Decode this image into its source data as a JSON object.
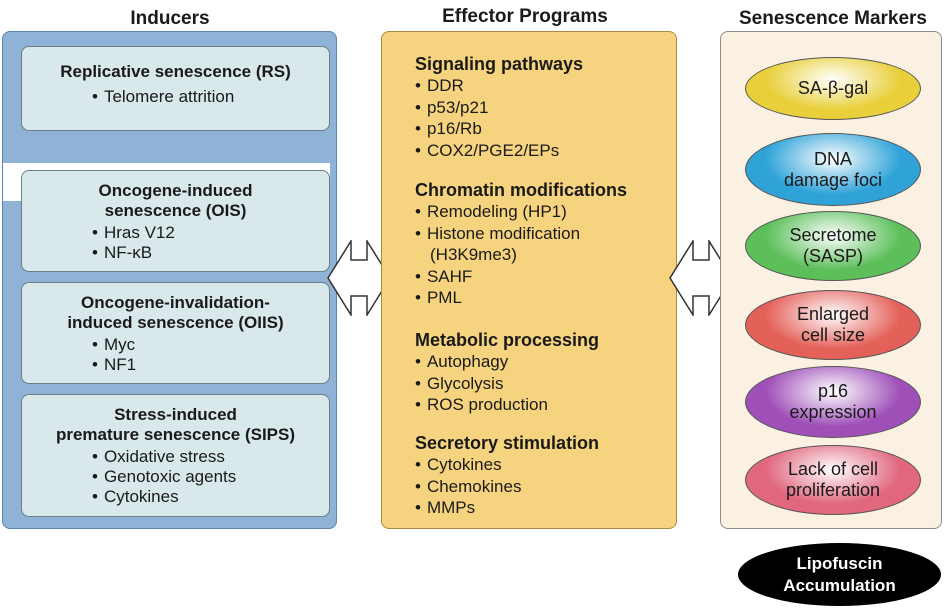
{
  "titles": {
    "inducers": "Inducers",
    "effector": "Effector Programs",
    "markers": "Senescence Markers"
  },
  "inducers": [
    {
      "heading_lines": [
        "Replicative senescence (RS)"
      ],
      "items": [
        "Telomere attrition"
      ]
    },
    {
      "heading_lines": [
        "Oncogene-induced",
        "senescence (OIS)"
      ],
      "items": [
        "Hras V12",
        "NF-κB"
      ]
    },
    {
      "heading_lines": [
        "Oncogene-invalidation-",
        "induced senescence (OIIS)"
      ],
      "items": [
        "Myc",
        "NF1"
      ]
    },
    {
      "heading_lines": [
        "Stress-induced",
        "premature senescence (SIPS)"
      ],
      "items": [
        "Oxidative stress",
        "Genotoxic agents",
        "Cytokines"
      ]
    }
  ],
  "effector_sections": [
    {
      "heading": "Signaling pathways",
      "items": [
        "DDR",
        "p53/p21",
        "p16/Rb",
        "COX2/PGE2/EPs"
      ]
    },
    {
      "heading": "Chromatin modifications",
      "items": [
        "Remodeling (HP1)",
        "Histone modification",
        "SAHF",
        "PML"
      ],
      "continuation": "(H3K9me3)"
    },
    {
      "heading": "Metabolic processing",
      "items": [
        "Autophagy",
        "Glycolysis",
        "ROS production"
      ]
    },
    {
      "heading": "Secretory stimulation",
      "items": [
        "Cytokines",
        "Chemokines",
        "MMPs"
      ]
    }
  ],
  "markers": [
    {
      "lines": [
        "SA-β-gal"
      ],
      "color": "#e9cf3a"
    },
    {
      "lines": [
        "DNA",
        "damage foci"
      ],
      "color": "#2fa3d8"
    },
    {
      "lines": [
        "Secretome",
        "(SASP)"
      ],
      "color": "#5cbf5a"
    },
    {
      "lines": [
        "Enlarged",
        "cell size"
      ],
      "color": "#e4615a"
    },
    {
      "lines": [
        "p16",
        "expression"
      ],
      "color": "#9e4fb8"
    },
    {
      "lines": [
        "Lack of cell",
        "proliferation"
      ],
      "color": "#e0677e"
    }
  ],
  "lipofuscin": {
    "lines": [
      "Lipofuscin",
      "Accumulation"
    ]
  }
}
